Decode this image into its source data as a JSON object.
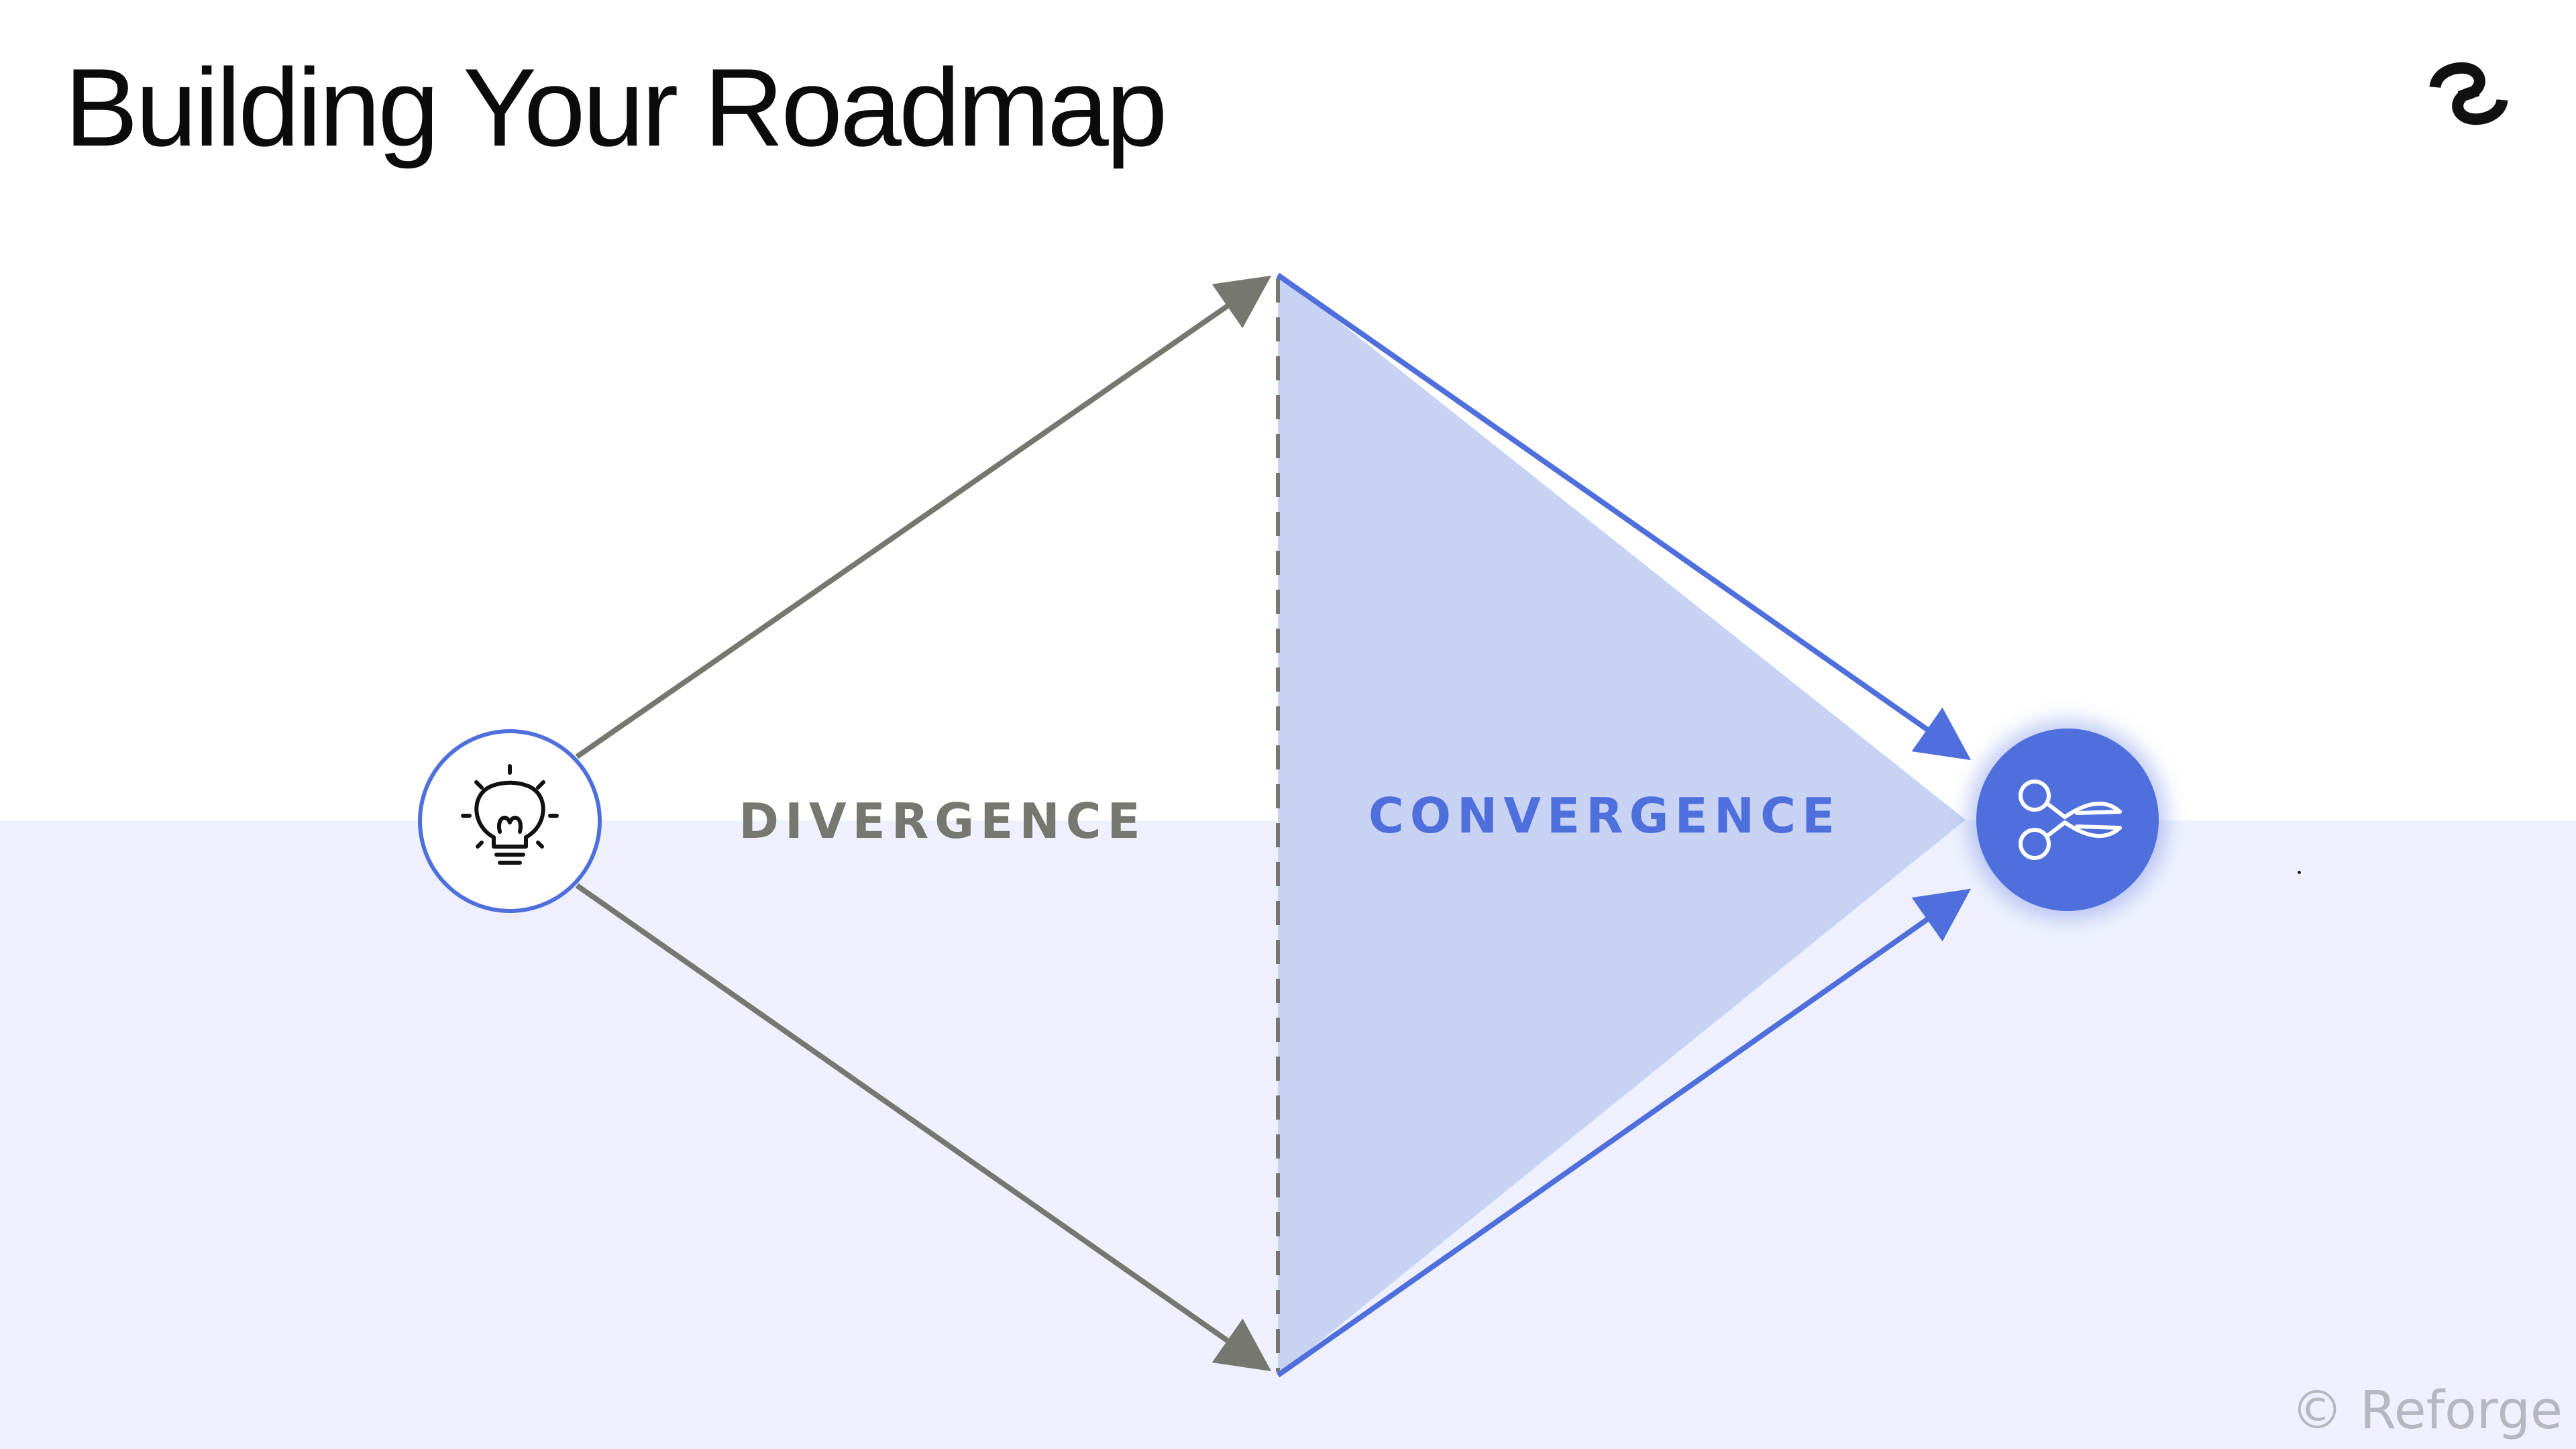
{
  "slide": {
    "title": "Building Your Roadmap",
    "copyright": "© Reforge"
  },
  "diagram": {
    "start_node": {
      "icon": "lightbulb-icon"
    },
    "end_node": {
      "icon": "scissors-icon"
    },
    "divergence_label": "DIVERGENCE",
    "convergence_label": "CONVERGENCE"
  },
  "logo": {
    "icon": "reforge-logo-icon"
  },
  "colors": {
    "accent_blue": "#4f6fdc",
    "convergence_fill": "#c8d2f3",
    "band_background": "#eef1fd",
    "arrow_gray": "#76776f",
    "divergence_text": "#76776f",
    "title_text": "#0b0b0b",
    "copyright_text": "#b6b8c0"
  }
}
